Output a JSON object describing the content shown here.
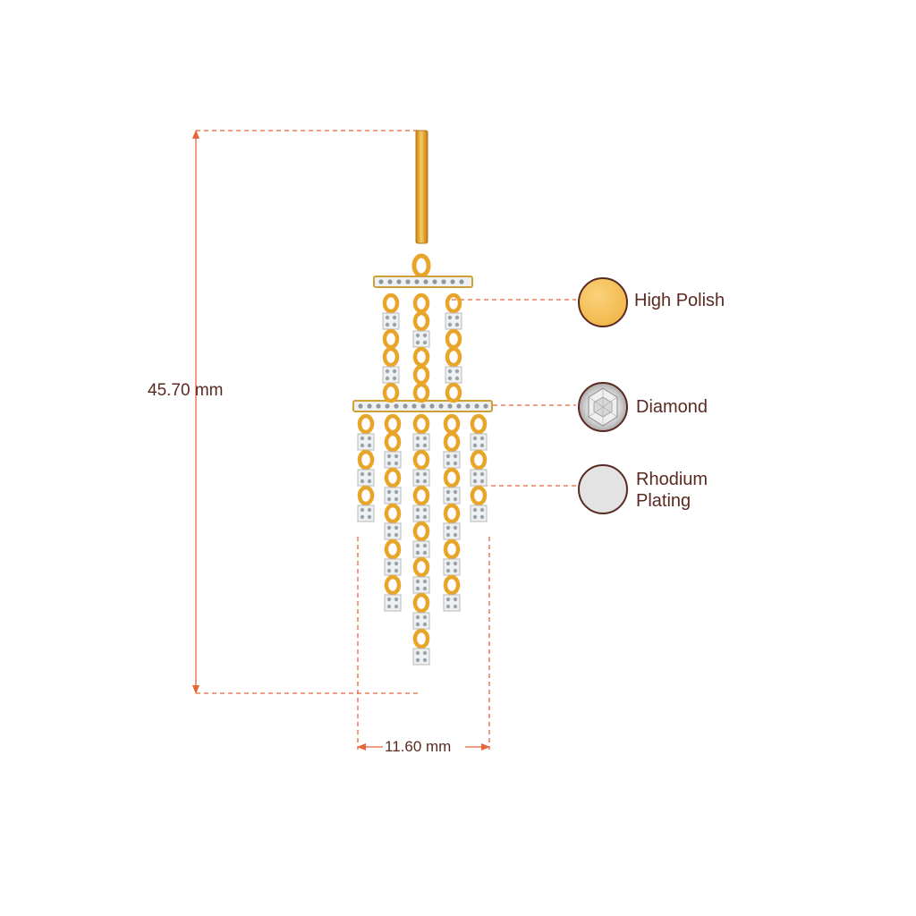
{
  "dimensions": {
    "height": "45.70 mm",
    "width": "11.60 mm"
  },
  "legend": [
    {
      "label": "High Polish",
      "swatch": "#f6c15a",
      "icon": "gold-swatch"
    },
    {
      "label": "Diamond",
      "swatch": "#e8e8e8",
      "icon": "diamond-swatch"
    },
    {
      "label": "Rhodium Plating",
      "swatch": "#e3e3e3",
      "icon": "rhodium-swatch"
    }
  ],
  "colors": {
    "dimension_line": "#e8653a",
    "text": "#5a2a22",
    "swatch_border": "#5a2a22",
    "gold": "#e9a52a",
    "gold_dark": "#b7741a",
    "diamond": "#eef0f2"
  }
}
